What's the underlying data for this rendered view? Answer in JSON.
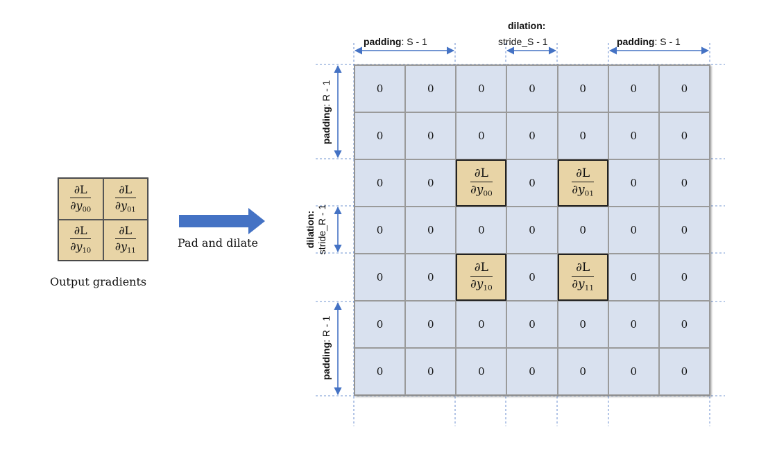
{
  "output_matrix": {
    "cells": [
      {
        "num": "∂L",
        "den_var": "∂y",
        "den_sub": "00"
      },
      {
        "num": "∂L",
        "den_var": "∂y",
        "den_sub": "01"
      },
      {
        "num": "∂L",
        "den_var": "∂y",
        "den_sub": "10"
      },
      {
        "num": "∂L",
        "den_var": "∂y",
        "den_sub": "11"
      }
    ],
    "caption": "Output gradients"
  },
  "arrow": {
    "label": "Pad and dilate",
    "color": "#4472c4"
  },
  "top_labels": {
    "padding_left": {
      "key": "padding",
      "value": ": S - 1"
    },
    "dilation": {
      "key": "dilation:",
      "value": "stride_S - 1"
    },
    "padding_right": {
      "key": "padding",
      "value": ": S - 1"
    }
  },
  "left_labels": {
    "padding_top": {
      "key": "padding",
      "value": ": R - 1"
    },
    "dilation": {
      "key": "dilation:",
      "value": "stride_R - 1"
    },
    "padding_bottom": {
      "key": "padding",
      "value": ": R - 1"
    }
  },
  "grid": {
    "zero": "0",
    "rows": [
      [
        "0",
        "0",
        "0",
        "0",
        "0",
        "0",
        "0"
      ],
      [
        "0",
        "0",
        "0",
        "0",
        "0",
        "0",
        "0"
      ],
      [
        "0",
        "0",
        "g00",
        "0",
        "g01",
        "0",
        "0"
      ],
      [
        "0",
        "0",
        "0",
        "0",
        "0",
        "0",
        "0"
      ],
      [
        "0",
        "0",
        "g10",
        "0",
        "g11",
        "0",
        "0"
      ],
      [
        "0",
        "0",
        "0",
        "0",
        "0",
        "0",
        "0"
      ],
      [
        "0",
        "0",
        "0",
        "0",
        "0",
        "0",
        "0"
      ]
    ],
    "gradients": {
      "g00": {
        "num": "∂L",
        "den_var": "∂y",
        "den_sub": "00"
      },
      "g01": {
        "num": "∂L",
        "den_var": "∂y",
        "den_sub": "01"
      },
      "g10": {
        "num": "∂L",
        "den_var": "∂y",
        "den_sub": "10"
      },
      "g11": {
        "num": "∂L",
        "den_var": "∂y",
        "den_sub": "11"
      }
    },
    "colors": {
      "cell_fill": "#d9e1ef",
      "gradient_fill": "#e8d4a6",
      "guide_color": "#4472c4"
    }
  }
}
